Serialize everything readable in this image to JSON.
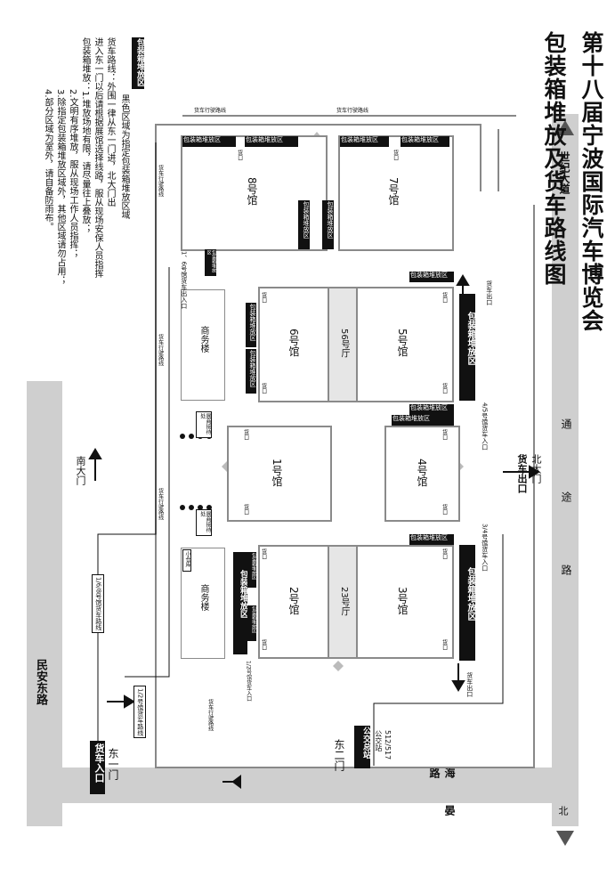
{
  "title_lines": [
    "第十八届宁波国际汽车博览会",
    "包装箱堆放及货车路线图"
  ],
  "legend": {
    "badge": "包装箱堆放区",
    "badge_text": "黑色区域为指定包装箱堆放区域"
  },
  "notes": [
    "货车路线：外围一律从东一门进，北大门出",
    "进入东一门以后请根据展馆选择线路，服从现场安保人员指挥",
    "包装箱堆放：1.堆放场地有限，请尽量往上叠放；",
    "2.文明有序堆放，服从现场工作人员指挥；",
    "3.除指定包装箱堆放区域外，其他区域请勿占用；",
    "4.部分区域为室外，请自备防雨布。"
  ],
  "roads": {
    "top": "世纪大道",
    "right": "通途路",
    "bottom_right": "海晏路",
    "bottom": "民安东路"
  },
  "gates": {
    "north": "北大门",
    "north_sub": "货车出口",
    "south": "南大门",
    "east1": "东一门",
    "east1_sub": "货车入口",
    "east2": "东二门"
  },
  "halls": {
    "h8": "8号馆",
    "h7": "7号馆",
    "h6": "6号馆",
    "h56": "56号厅",
    "h5": "5号馆",
    "h1": "1号馆",
    "h4": "4号馆",
    "h2": "2号馆",
    "h23": "23号厅",
    "h3": "3号馆",
    "biz": "商务楼"
  },
  "labels": {
    "pack": "包装箱堆放区",
    "exit": "货车出口",
    "dock": "货口",
    "route": "货车行驶路线",
    "entry_6_8": "1、6号馆货车出入口",
    "entry_45": "4/5号馆货车入口",
    "entry_34": "3/4号馆货车入口",
    "entry_12": "1/2号馆货车路线",
    "entry_168": "1/6/8号馆货车路线",
    "entry_12b": "1/2号馆货车入口",
    "cargo_office": "货运代理",
    "small_warehouse": "小仓库",
    "warehouse": "仓库",
    "reception": "展商接待处",
    "bus_stop_num": "512/517",
    "bus_stop_text": "公交站",
    "bus_stop": "公交总站",
    "compass": "北",
    "arrow_out": "货车出口"
  }
}
